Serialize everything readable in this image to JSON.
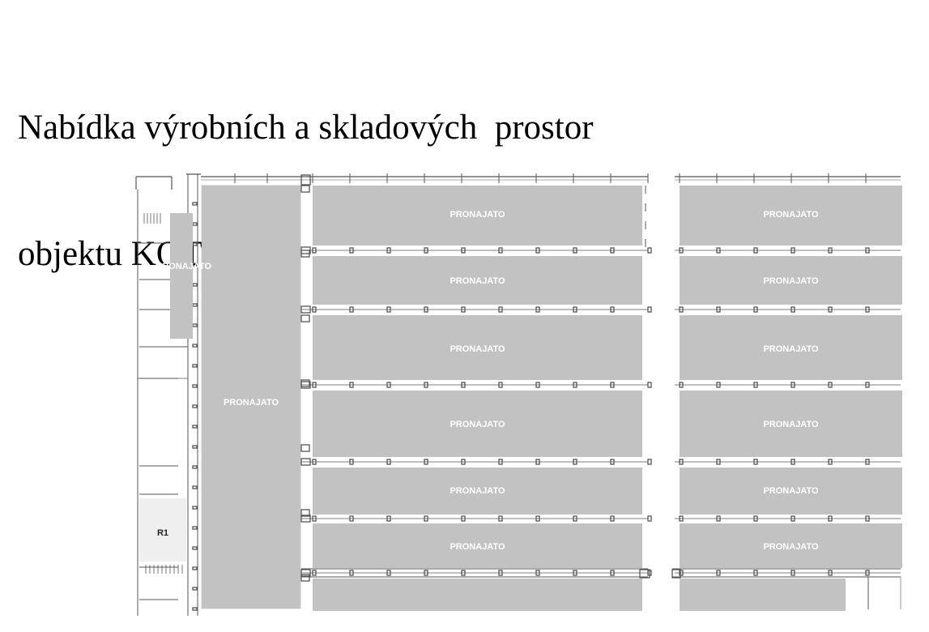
{
  "title": {
    "line1": "Nabídka výrobních a skladových  prostor",
    "line2": "objektu KOT"
  },
  "colors": {
    "rented": "#c2c2c2",
    "free": "#efefef",
    "wall": "#555555",
    "text_rented": "#ffffff",
    "text_free": "#222222"
  },
  "units": [
    {
      "id": "left-strip",
      "status": "rented",
      "label": "PRONAJATO"
    },
    {
      "id": "tall-hall",
      "status": "rented",
      "label": "PRONAJATO"
    },
    {
      "id": "hall-a-1",
      "status": "rented",
      "label": "PRONAJATO"
    },
    {
      "id": "hall-a-2",
      "status": "rented",
      "label": "PRONAJATO"
    },
    {
      "id": "hall-a-3",
      "status": "rented",
      "label": "PRONAJATO"
    },
    {
      "id": "hall-a-4",
      "status": "rented",
      "label": "PRONAJATO"
    },
    {
      "id": "hall-a-5",
      "status": "rented",
      "label": "PRONAJATO"
    },
    {
      "id": "hall-a-6",
      "status": "rented",
      "label": "PRONAJATO"
    },
    {
      "id": "hall-b-1",
      "status": "rented",
      "label": "PRONAJATO"
    },
    {
      "id": "hall-b-2",
      "status": "rented",
      "label": "PRONAJATO"
    },
    {
      "id": "hall-b-3",
      "status": "rented",
      "label": "PRONAJATO"
    },
    {
      "id": "hall-b-4",
      "status": "rented",
      "label": "PRONAJATO"
    },
    {
      "id": "hall-b-5",
      "status": "rented",
      "label": "PRONAJATO"
    },
    {
      "id": "hall-b-6",
      "status": "rented",
      "label": "PRONAJATO"
    },
    {
      "id": "room-r1",
      "status": "free",
      "label": "R1"
    }
  ]
}
